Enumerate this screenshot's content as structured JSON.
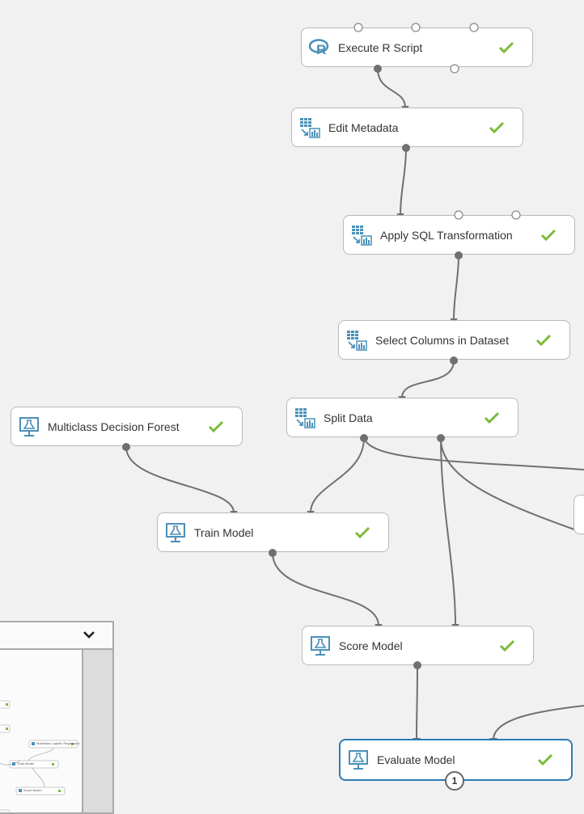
{
  "canvas": {
    "modules": [
      {
        "id": "execute-r-script",
        "label": "Execute R Script",
        "icon": "r-script-icon",
        "status": "completed"
      },
      {
        "id": "edit-metadata",
        "label": "Edit Metadata",
        "icon": "data-transform-icon",
        "status": "completed"
      },
      {
        "id": "apply-sql-transformation",
        "label": "Apply SQL Transformation",
        "icon": "data-transform-icon",
        "status": "completed"
      },
      {
        "id": "select-columns-in-dataset",
        "label": "Select Columns in Dataset",
        "icon": "data-transform-icon",
        "status": "completed"
      },
      {
        "id": "split-data",
        "label": "Split Data",
        "icon": "data-transform-icon",
        "status": "completed"
      },
      {
        "id": "multiclass-decision-forest",
        "label": "Multiclass Decision Forest",
        "icon": "ml-flask-icon",
        "status": "completed"
      },
      {
        "id": "train-model",
        "label": "Train Model",
        "icon": "ml-flask-icon",
        "status": "completed"
      },
      {
        "id": "score-model",
        "label": "Score Model",
        "icon": "ml-flask-icon",
        "status": "completed"
      },
      {
        "id": "evaluate-model",
        "label": "Evaluate Model",
        "icon": "ml-flask-icon",
        "status": "completed",
        "selected": true,
        "badge": "1"
      }
    ]
  },
  "minimap": {
    "toggle_icon": "chevron-down-icon",
    "mini_labels": [
      "Multiclass Logistic Regression",
      "Train Model",
      "Score Model"
    ]
  },
  "colors": {
    "canvas_bg": "#f1f1f1",
    "accent": "#2a7bb4",
    "check": "#7cbb3a",
    "icon_blue": "#4a90b8",
    "connector": "#707070"
  }
}
